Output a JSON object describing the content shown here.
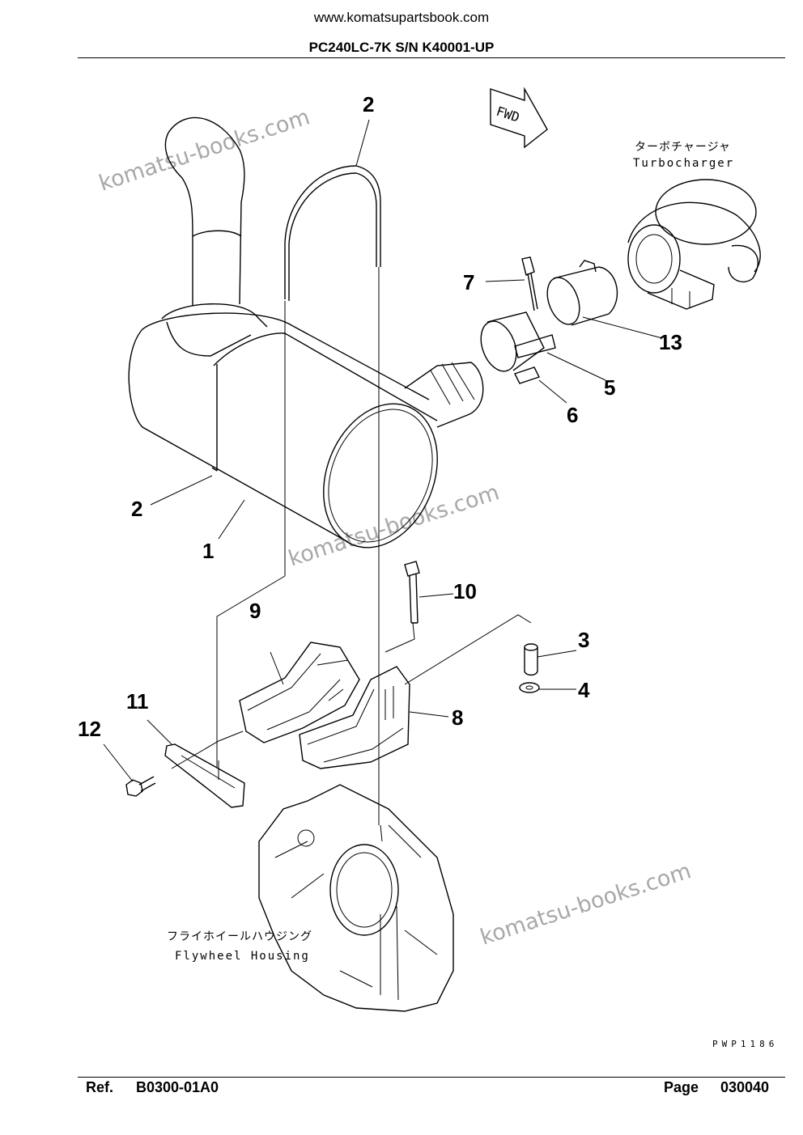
{
  "header": {
    "site_url": "www.komatsupartsbook.com",
    "model": "PC240LC-7K S/N K40001-UP"
  },
  "footer": {
    "ref_label": "Ref.",
    "ref_value": "B0300-01A0",
    "page_label": "Page",
    "page_value": "030040"
  },
  "diagram": {
    "figure_code": "PWP1186",
    "direction_marker": "FWD",
    "labels": {
      "turbocharger_jp": "ターボチャージャ",
      "turbocharger_en": "Turbocharger",
      "flywheel_jp": "フライホイールハウジング",
      "flywheel_en": "Flywheel Housing"
    },
    "watermarks": [
      "komatsu-books.com",
      "komatsu-books.com",
      "komatsu-books.com"
    ],
    "callouts": [
      "2",
      "7",
      "13",
      "5",
      "6",
      "2",
      "1",
      "10",
      "3",
      "9",
      "4",
      "8",
      "11",
      "12"
    ]
  }
}
